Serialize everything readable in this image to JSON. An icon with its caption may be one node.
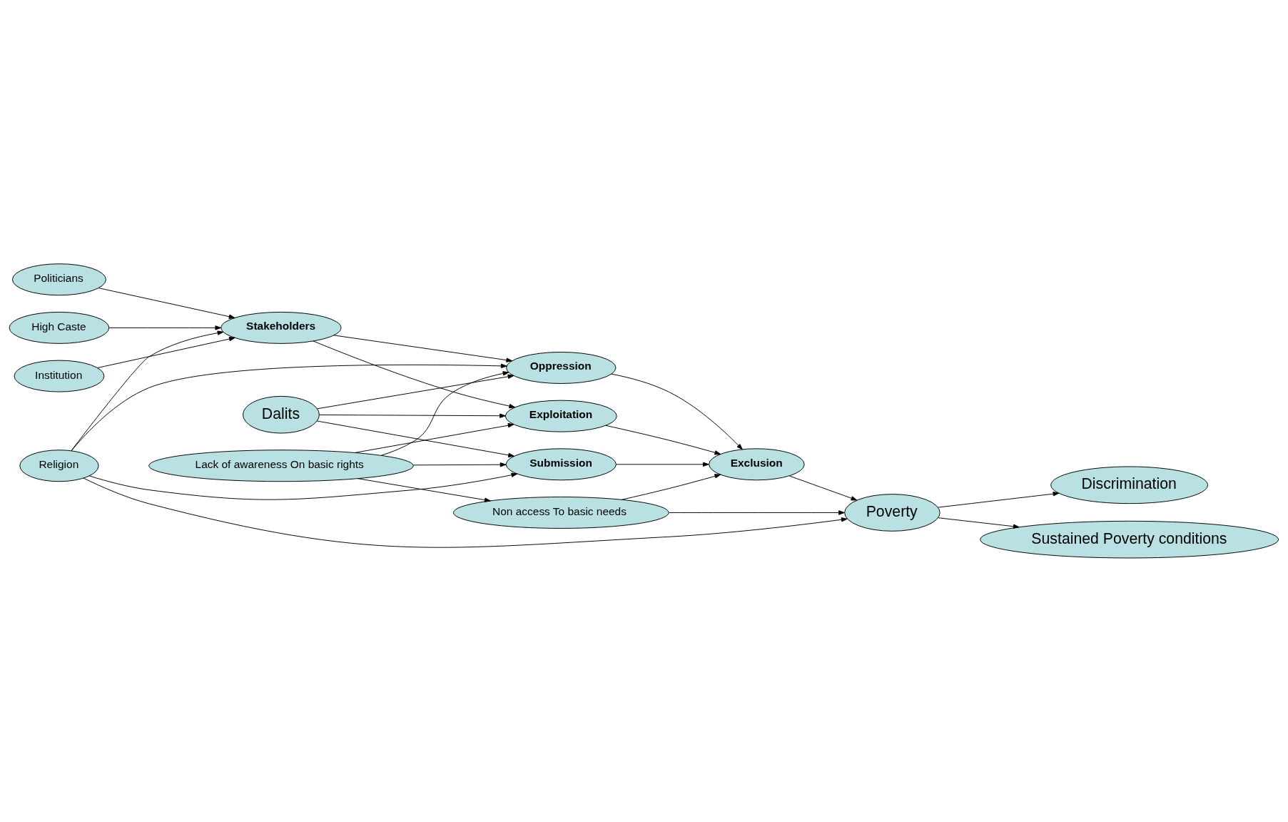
{
  "diagram": {
    "nodes": [
      {
        "text": [
          "Politicians"
        ]
      },
      {
        "text": [
          "Stakeholders"
        ]
      },
      {
        "text": [
          "High Caste"
        ]
      },
      {
        "text": [
          "Discrimination"
        ]
      },
      {
        "text": [
          "Institution"
        ]
      },
      {
        "text": [
          "Religion"
        ]
      },
      {
        "text": [
          "Oppression"
        ]
      },
      {
        "text": [
          "Dalits"
        ]
      },
      {
        "text": [
          "Submission"
        ]
      },
      {
        "text": [
          "Exclusion"
        ]
      },
      {
        "text": [
          "Poverty"
        ]
      },
      {
        "text": [
          "Exploitation"
        ]
      },
      {
        "text": [
          "Non access To basic needs"
        ]
      },
      {
        "text": [
          "Lack of awareness On basic rights"
        ]
      },
      {
        "text": [
          "Sustained Poverty conditions"
        ]
      }
    ],
    "edges": [
      {
        "from": 0,
        "to": 1,
        "arrow": "to"
      },
      {
        "from": 2,
        "to": 1,
        "arrow": "to"
      },
      {
        "from": 4,
        "to": 1,
        "arrow": "to"
      },
      {
        "from": 5,
        "to": 1,
        "arrow": "to"
      },
      {
        "from": 1,
        "to": 6,
        "arrow": "to"
      },
      {
        "from": 1,
        "to": 11,
        "arrow": "to"
      },
      {
        "from": 5,
        "to": 6,
        "arrow": "to"
      },
      {
        "from": 5,
        "to": 8,
        "arrow": "to"
      },
      {
        "from": 5,
        "to": 10,
        "arrow": "to"
      },
      {
        "from": 7,
        "to": 6,
        "arrow": "to"
      },
      {
        "from": 7,
        "to": 8,
        "arrow": "to"
      },
      {
        "from": 7,
        "to": 11,
        "arrow": "to"
      },
      {
        "from": 6,
        "to": 9,
        "arrow": "to"
      },
      {
        "from": 8,
        "to": 9,
        "arrow": "to"
      },
      {
        "from": 11,
        "to": 9,
        "arrow": "to"
      },
      {
        "from": 9,
        "to": 10,
        "arrow": "to"
      },
      {
        "from": 12,
        "to": 9,
        "arrow": "to"
      },
      {
        "from": 12,
        "to": 10,
        "arrow": "to"
      },
      {
        "from": 10,
        "to": 3,
        "arrow": "to"
      },
      {
        "from": 10,
        "to": 14,
        "arrow": "to"
      },
      {
        "from": 13,
        "to": 6,
        "arrow": "to"
      },
      {
        "from": 13,
        "to": 8,
        "arrow": "to"
      },
      {
        "from": 13,
        "to": 11,
        "arrow": "to"
      },
      {
        "from": 13,
        "to": 12,
        "arrow": "to"
      }
    ]
  }
}
